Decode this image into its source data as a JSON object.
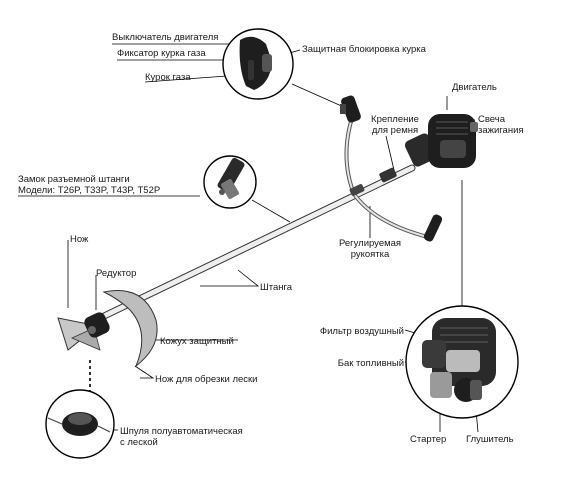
{
  "labels": {
    "engine_switch": "Выключатель двигателя",
    "throttle_lock": "Фиксатор курка газа",
    "throttle_trigger": "Курок газа",
    "safety_lockout": "Защитная блокировка курка",
    "engine": "Двигатель",
    "harness_mount_1": "Крепление",
    "harness_mount_2": "для ремня",
    "spark_plug_1": "Свеча",
    "spark_plug_2": "зажигания",
    "shaft_lock_1": "Замок разъемной штанги",
    "shaft_lock_2": "Модели: T26P, T33P, T43P, T52P",
    "adjustable_handle_1": "Регулируемая",
    "adjustable_handle_2": "рукоятка",
    "blade": "Нож",
    "gearbox": "Редуктор",
    "shaft": "Штанга",
    "air_filter": "Фильтр воздушный",
    "fuel_tank": "Бак топливный",
    "guard": "Кожух защитный",
    "line_cutter": "Нож для обрезки лески",
    "starter": "Стартер",
    "muffler": "Глушитель",
    "spool_1": "Шпуля полуавтоматическая",
    "spool_2": "с леской"
  },
  "colors": {
    "line": "#000000",
    "shaft": "#e8e8e8",
    "dark_part": "#1e1e1e",
    "metal": "#9a9a9a"
  },
  "icons": {
    "engine": "engine-icon",
    "handle": "handle-icon",
    "gearbox_head": "cutting-head-icon",
    "spool": "spool-icon"
  }
}
